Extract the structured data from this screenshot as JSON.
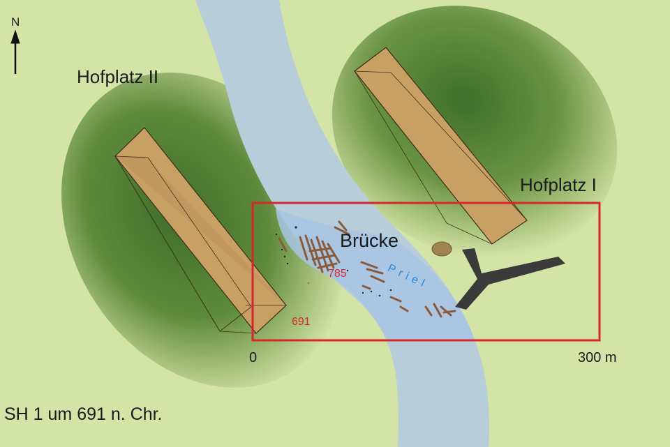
{
  "labels": {
    "north": "N",
    "hofplatz_2": "Hofplatz II",
    "hofplatz_1": "Hofplatz I",
    "bridge": "Brücke",
    "channel": "Priel",
    "date_785": "785",
    "date_691": "691",
    "scale_start": "0",
    "scale_end": "300 m",
    "period": "SH 1 um 691 n. Chr."
  },
  "colors": {
    "background": "#d4e3a6",
    "mound": "#4f7c32",
    "channel": "#b7cdd9",
    "channel_highlight": "#a8c4e4",
    "house_top": "#c9a064",
    "house_side": "#b68d54",
    "frame": "#d7262c",
    "timbers": "#8a5a3c",
    "path": "#3a3a3a"
  },
  "icons": {
    "north_arrow": "north-arrow-icon"
  }
}
